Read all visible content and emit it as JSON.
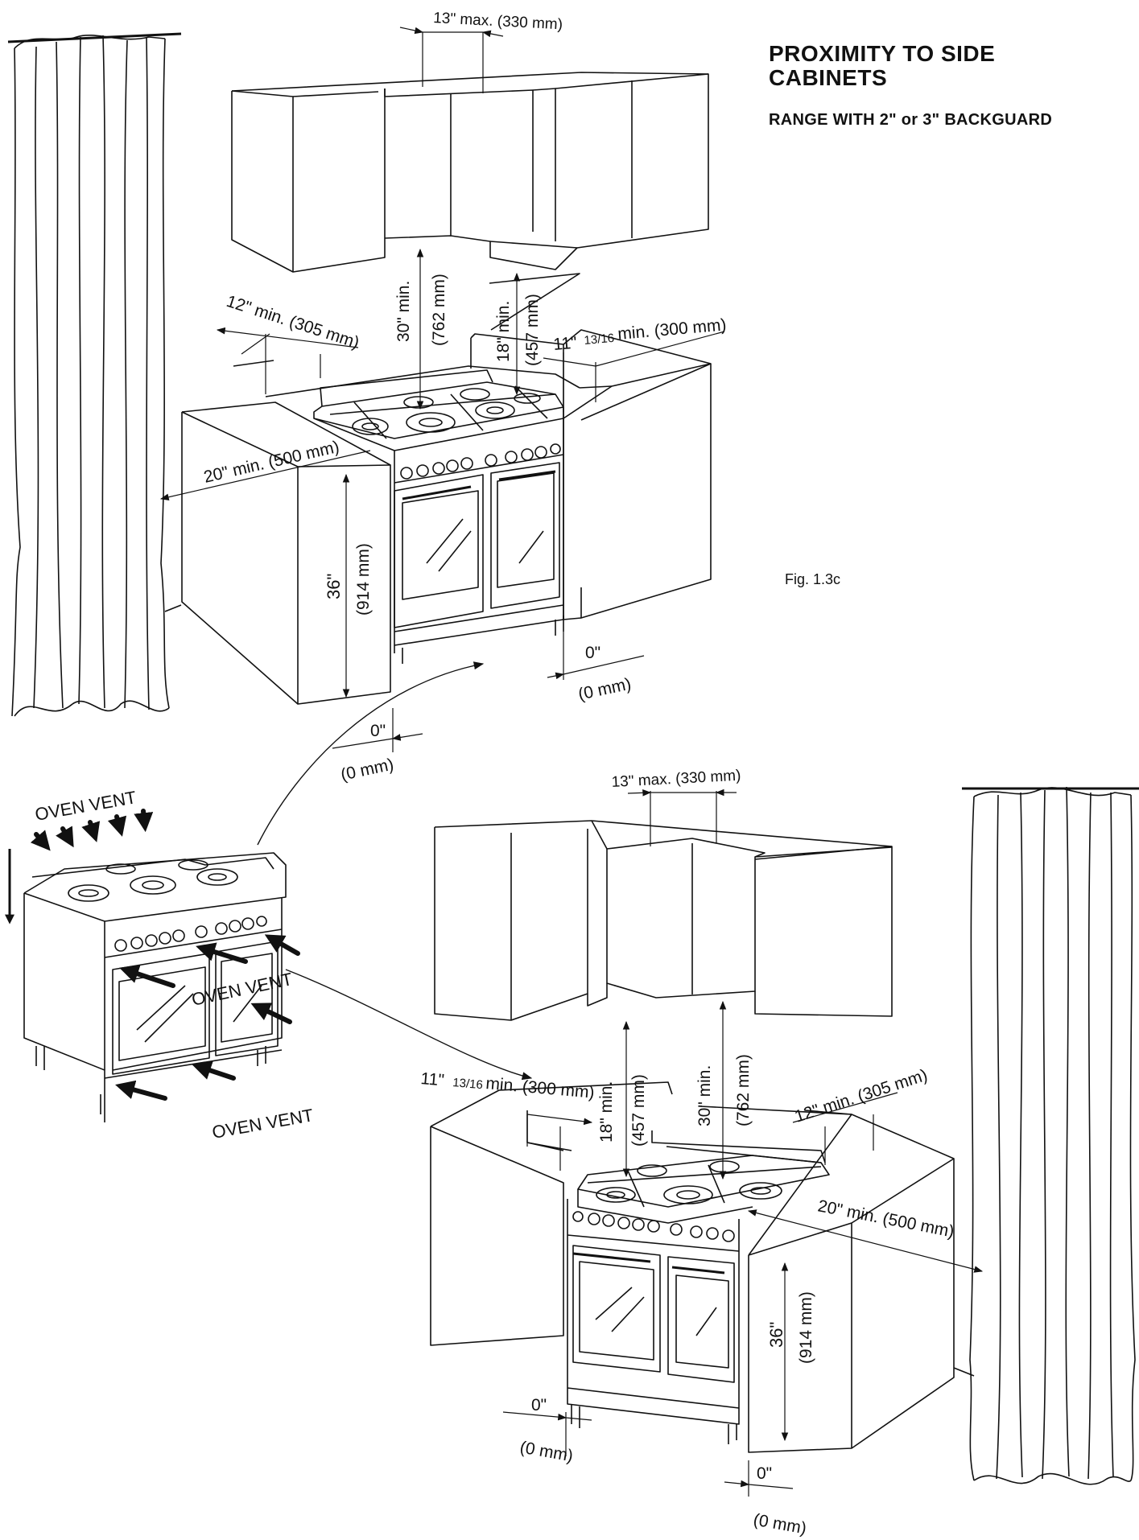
{
  "header": {
    "title": "PROXIMITY TO SIDE CABINETS",
    "subtitle": "RANGE WITH 2\" or 3\" BACKGUARD",
    "figure_label": "Fig. 1.3c"
  },
  "top_view": {
    "hood_gap": "13\" max. (330 mm)",
    "upper_clear_a": "30\" min.",
    "upper_clear_b": "(762 mm)",
    "side_clear_a": "18\" min.",
    "side_clear_b": "(457 mm)",
    "rear_left": "12\" min. (305 mm)",
    "rear_right_a": "11\"",
    "rear_right_b": "13/16",
    "rear_right_c": "min. (300 mm)",
    "side_wall": "20\" min. (500 mm)",
    "height_a": "36\"",
    "height_b": "(914 mm)",
    "zero_left_a": "0\"",
    "zero_left_b": "(0 mm)",
    "zero_right_a": "0\"",
    "zero_right_b": "(0 mm)"
  },
  "bottom_view": {
    "hood_gap": "13\" max. (330 mm)",
    "upper_clear_a": "30\" min.",
    "upper_clear_b": "(762 mm)",
    "side_clear_a": "18\" min.",
    "side_clear_b": "(457 mm)",
    "rear_left_a": "11\"",
    "rear_left_b": "13/16",
    "rear_left_c": "min. (300 mm)",
    "rear_right": "12\" min. (305 mm)",
    "side_wall": "20\" min. (500 mm)",
    "height_a": "36\"",
    "height_b": "(914 mm)",
    "zero_left_a": "0\"",
    "zero_left_b": "(0 mm)",
    "zero_right_a": "0\"",
    "zero_right_b": "(0 mm)"
  },
  "vent_view": {
    "vent_top": "OVEN VENT",
    "vent_side": "OVEN VENT",
    "vent_bottom": "OVEN VENT"
  }
}
